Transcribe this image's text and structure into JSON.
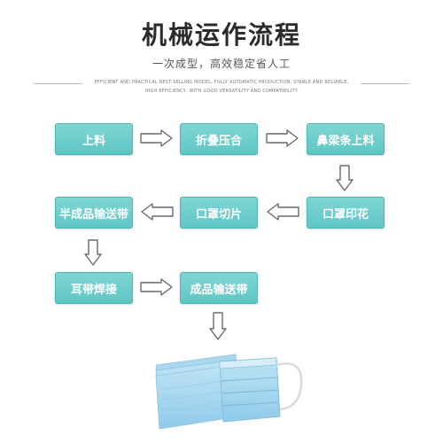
{
  "title": "机械运作流程",
  "subtitle": "一次成型，高效稳定省人工",
  "english_lines": [
    "EFFICIENT AND PRACTICAL BEST-SELLING MODEL, FULLY AUTOMATIC PRODUCTION, STABLE AND RELIABLE,",
    "HIGH EFFICIENCY, WITH GOOD VERSATILITY AND COMPATIBILITY"
  ],
  "steps": [
    "上料",
    "折叠压合",
    "鼻梁条上料",
    "口罩印花",
    "口罩切片",
    "半成品输送带",
    "耳带焊接",
    "成品输送带"
  ],
  "colors": {
    "node_fill": "#6ccfcd",
    "node_border": "#4fb5b3",
    "arrow_stroke": "#6a6a6a"
  }
}
